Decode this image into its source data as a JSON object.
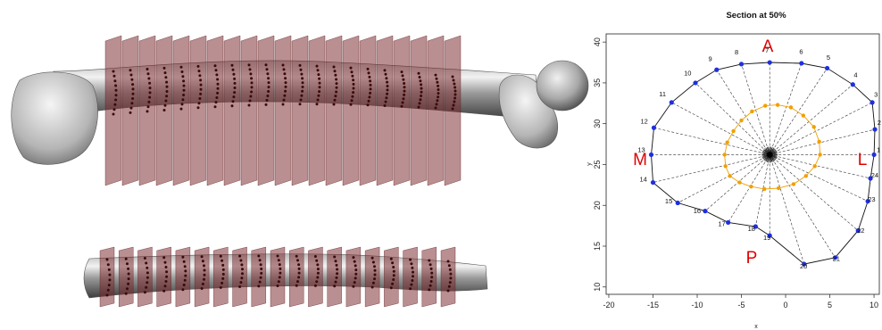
{
  "plot": {
    "title": "Section at 50%",
    "xlabel": "x",
    "ylabel": "y",
    "direction_labels": {
      "anterior": "A",
      "posterior": "P",
      "medial": "M",
      "lateral": "L"
    }
  },
  "chart_data": {
    "type": "scatter",
    "title": "Section at 50%",
    "xlabel": "x",
    "ylabel": "y",
    "xlim": [
      -20,
      10
    ],
    "ylim": [
      10,
      40
    ],
    "xticks": [
      -20,
      -15,
      -10,
      -5,
      0,
      5,
      10
    ],
    "yticks": [
      10,
      15,
      20,
      25,
      30,
      35,
      40
    ],
    "grid": false,
    "centroid": {
      "x": -1.8,
      "y": 26.2
    },
    "series": [
      {
        "role": "periosteal",
        "color": "#1f2fe0",
        "labels": [
          "1",
          "2",
          "3",
          "4",
          "5",
          "6",
          "7",
          "8",
          "9",
          "10",
          "11",
          "12",
          "13",
          "14",
          "15",
          "16",
          "17",
          "18",
          "19",
          "20",
          "21",
          "22",
          "23",
          "24"
        ],
        "x": [
          10.0,
          10.1,
          9.8,
          7.6,
          4.7,
          1.8,
          -1.8,
          -5.0,
          -7.8,
          -10.2,
          -12.9,
          -14.9,
          -15.2,
          -15.0,
          -12.2,
          -9.1,
          -6.5,
          -3.4,
          -1.8,
          2.1,
          5.6,
          8.2,
          9.3,
          9.6
        ],
        "y": [
          26.2,
          29.3,
          32.6,
          34.8,
          36.8,
          37.4,
          37.5,
          37.3,
          36.6,
          35.0,
          32.6,
          29.5,
          26.2,
          22.8,
          20.3,
          19.3,
          17.9,
          17.4,
          16.3,
          12.8,
          13.6,
          16.9,
          20.5,
          23.3
        ]
      },
      {
        "role": "endosteal",
        "color": "#f0a000",
        "x": [
          3.9,
          3.8,
          3.2,
          2.0,
          0.6,
          -0.9,
          -2.3,
          -3.8,
          -5.0,
          -5.9,
          -6.6,
          -6.9,
          -6.8,
          -6.3,
          -5.2,
          -3.9,
          -2.4,
          -0.8,
          0.9,
          2.3,
          3.3
        ],
        "y": [
          26.2,
          27.8,
          29.6,
          31.0,
          32.0,
          32.3,
          32.2,
          31.5,
          30.4,
          29.1,
          27.7,
          26.2,
          24.8,
          23.6,
          22.8,
          22.3,
          22.0,
          22.1,
          22.6,
          23.6,
          24.8
        ]
      }
    ]
  }
}
